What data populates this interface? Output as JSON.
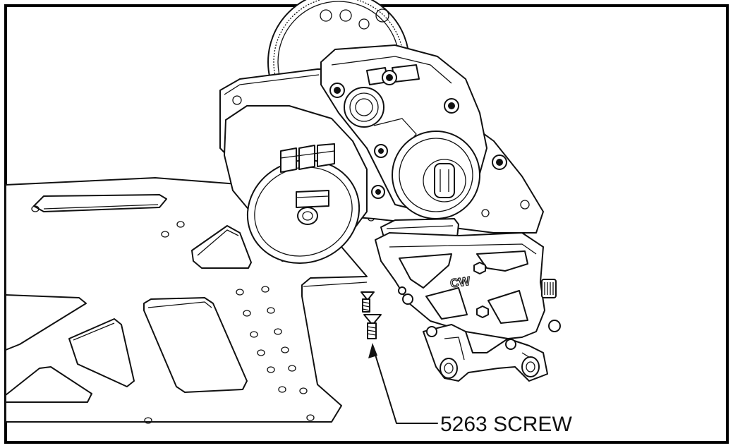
{
  "diagram": {
    "callout": {
      "part_number": "5263",
      "part_name": "SCREW"
    },
    "logo": "CW",
    "colors": {
      "line": "#111111",
      "background": "#ffffff",
      "border": "#000000"
    }
  }
}
